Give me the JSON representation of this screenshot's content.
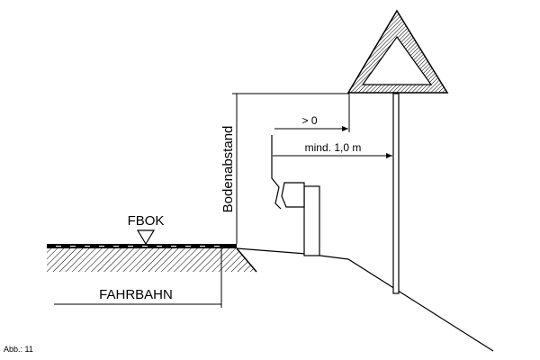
{
  "labels": {
    "fbok": "FBOK",
    "fahrbahn": "FAHRBAHN",
    "bodenabstand": "Bodenabstand",
    "gap_min": "> 0",
    "distance_min": "mind. 1,0 m",
    "figure": "Abb.: 11"
  }
}
